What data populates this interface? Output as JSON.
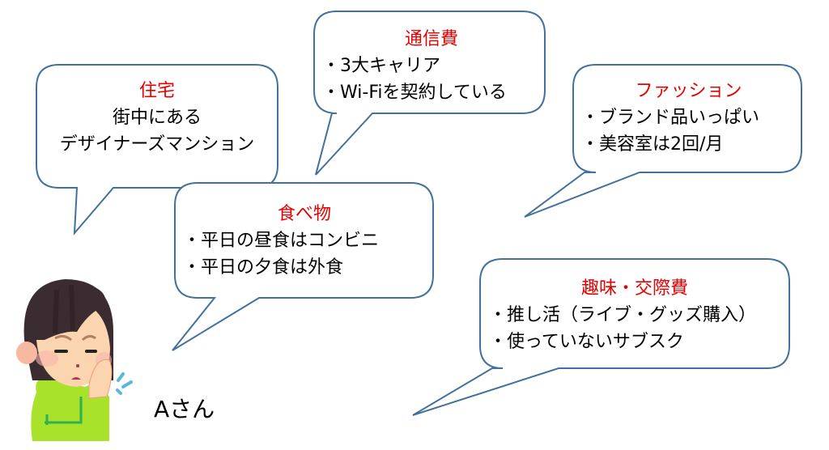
{
  "person": {
    "name": "Aさん"
  },
  "bubbles": [
    {
      "id": "housing",
      "title": "住宅",
      "lines": [
        "街中にある",
        "デザイナーズマンション"
      ]
    },
    {
      "id": "telecom",
      "title": "通信費",
      "lines": [
        "・3大キャリア",
        "・Wi-Fiを契約している"
      ]
    },
    {
      "id": "fashion",
      "title": "ファッション",
      "lines": [
        "・ブランド品いっぱい",
        "・美容室は2回/月"
      ]
    },
    {
      "id": "food",
      "title": "食べ物",
      "lines": [
        "・平日の昼食はコンビニ",
        "・平日の夕食は外食"
      ]
    },
    {
      "id": "hobby",
      "title": "趣味・交際費",
      "lines": [
        "・推し活（ライブ・グッズ購入）",
        "・使っていないサブスク"
      ]
    }
  ],
  "colors": {
    "title": "#e60000",
    "bubble_stroke": "#41719c",
    "bubble_fill": "#ffffff"
  }
}
